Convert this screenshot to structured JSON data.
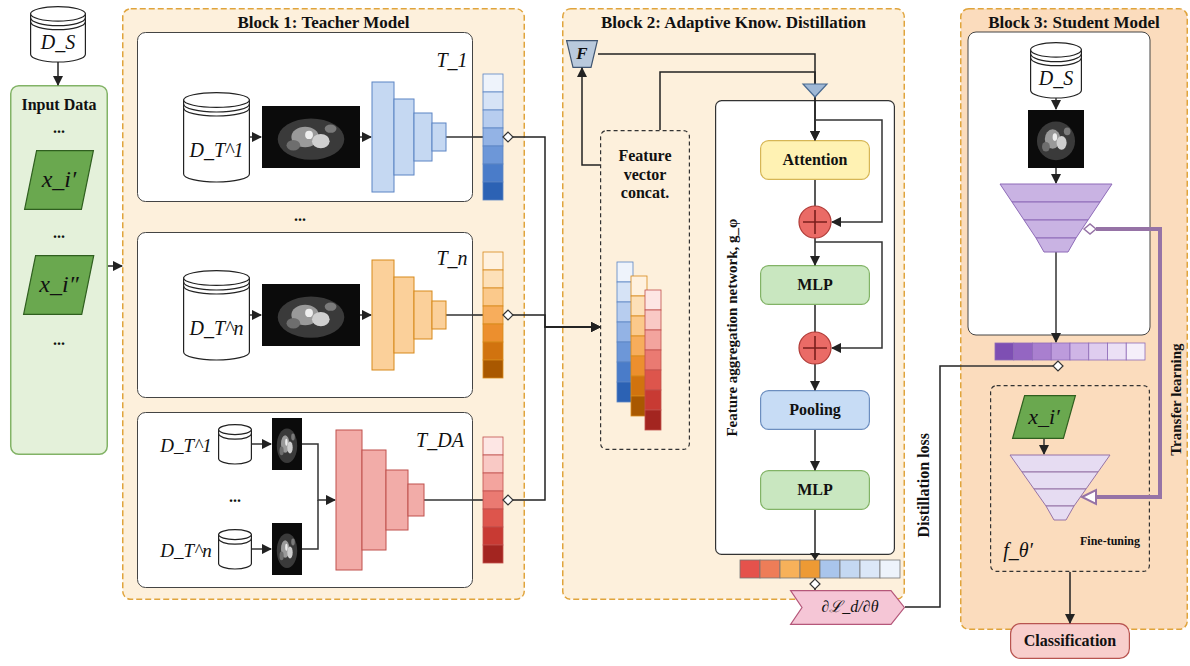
{
  "diagram": {
    "nodes": [
      {
        "text": [
          "D_S"
        ]
      },
      {
        "text": [
          "Input Data"
        ]
      },
      {
        "text": [
          "x_i′"
        ],
        "in": 1
      },
      {
        "text": [
          "x_i″"
        ],
        "in": 1
      },
      {
        "text": [
          "Block 1: Teacher Model"
        ]
      },
      {
        "text": [
          "T_1"
        ],
        "in": 4
      },
      {
        "text": [
          "D_T^1"
        ],
        "in": 5
      },
      {
        "text": [
          "T_n"
        ],
        "in": 4
      },
      {
        "text": [
          "D_T^n"
        ],
        "in": 7
      },
      {
        "text": [
          "T_DA"
        ],
        "in": 4
      },
      {
        "text": [
          "D_T^1"
        ],
        "in": 9
      },
      {
        "text": [
          "D_T^n"
        ],
        "in": 9
      },
      {
        "text": [
          "Block 2: Adaptive Know. Distillation"
        ]
      },
      {
        "text": [
          "F"
        ],
        "in": 12
      },
      {
        "text": [
          "Feature vector concat."
        ],
        "in": 12
      },
      {
        "text": [
          "Feature aggregation network, g_φ"
        ],
        "in": 12
      },
      {
        "text": [
          "Attention"
        ],
        "in": 15
      },
      {
        "text": [
          "MLP"
        ],
        "in": 15
      },
      {
        "text": [
          "Pooling"
        ],
        "in": 15
      },
      {
        "text": [
          "MLP"
        ],
        "in": 15
      },
      {
        "text": [
          "∂ℒ_d/∂θ"
        ]
      },
      {
        "text": [
          "Block 3: Student Model"
        ]
      },
      {
        "text": [
          "D_S"
        ],
        "in": 21
      },
      {
        "text": [
          "f_θ′",
          "Fine-tuning"
        ],
        "in": 21
      },
      {
        "text": [
          "x_i′"
        ],
        "in": 23
      },
      {
        "text": [
          "Classification"
        ]
      }
    ],
    "edges": [
      {
        "from": 0,
        "to": 1,
        "arrow": "to"
      },
      {
        "from": 1,
        "to": 4,
        "arrow": "to"
      },
      {
        "from": 5,
        "to": 14,
        "arrow": "to"
      },
      {
        "from": 7,
        "to": 14,
        "arrow": "to"
      },
      {
        "from": 9,
        "to": 14,
        "arrow": "to"
      },
      {
        "from": 14,
        "to": 13,
        "arrow": "to"
      },
      {
        "from": 13,
        "to": 16,
        "arrow": "to"
      },
      {
        "from": 14,
        "to": 16,
        "arrow": "to"
      },
      {
        "from": 16,
        "to": 17,
        "arrow": "to"
      },
      {
        "from": 17,
        "to": 18,
        "arrow": "to"
      },
      {
        "from": 18,
        "to": 19,
        "arrow": "to"
      },
      {
        "from": 19,
        "to": 20,
        "arrow": "none"
      },
      {
        "from": 20,
        "to": 21,
        "arrow": "none"
      },
      {
        "from": 23,
        "to": 25,
        "arrow": "to"
      }
    ],
    "labels": [
      "...",
      "...",
      "...",
      "...",
      "...",
      "Distillation loss",
      "Transfer learning"
    ]
  }
}
